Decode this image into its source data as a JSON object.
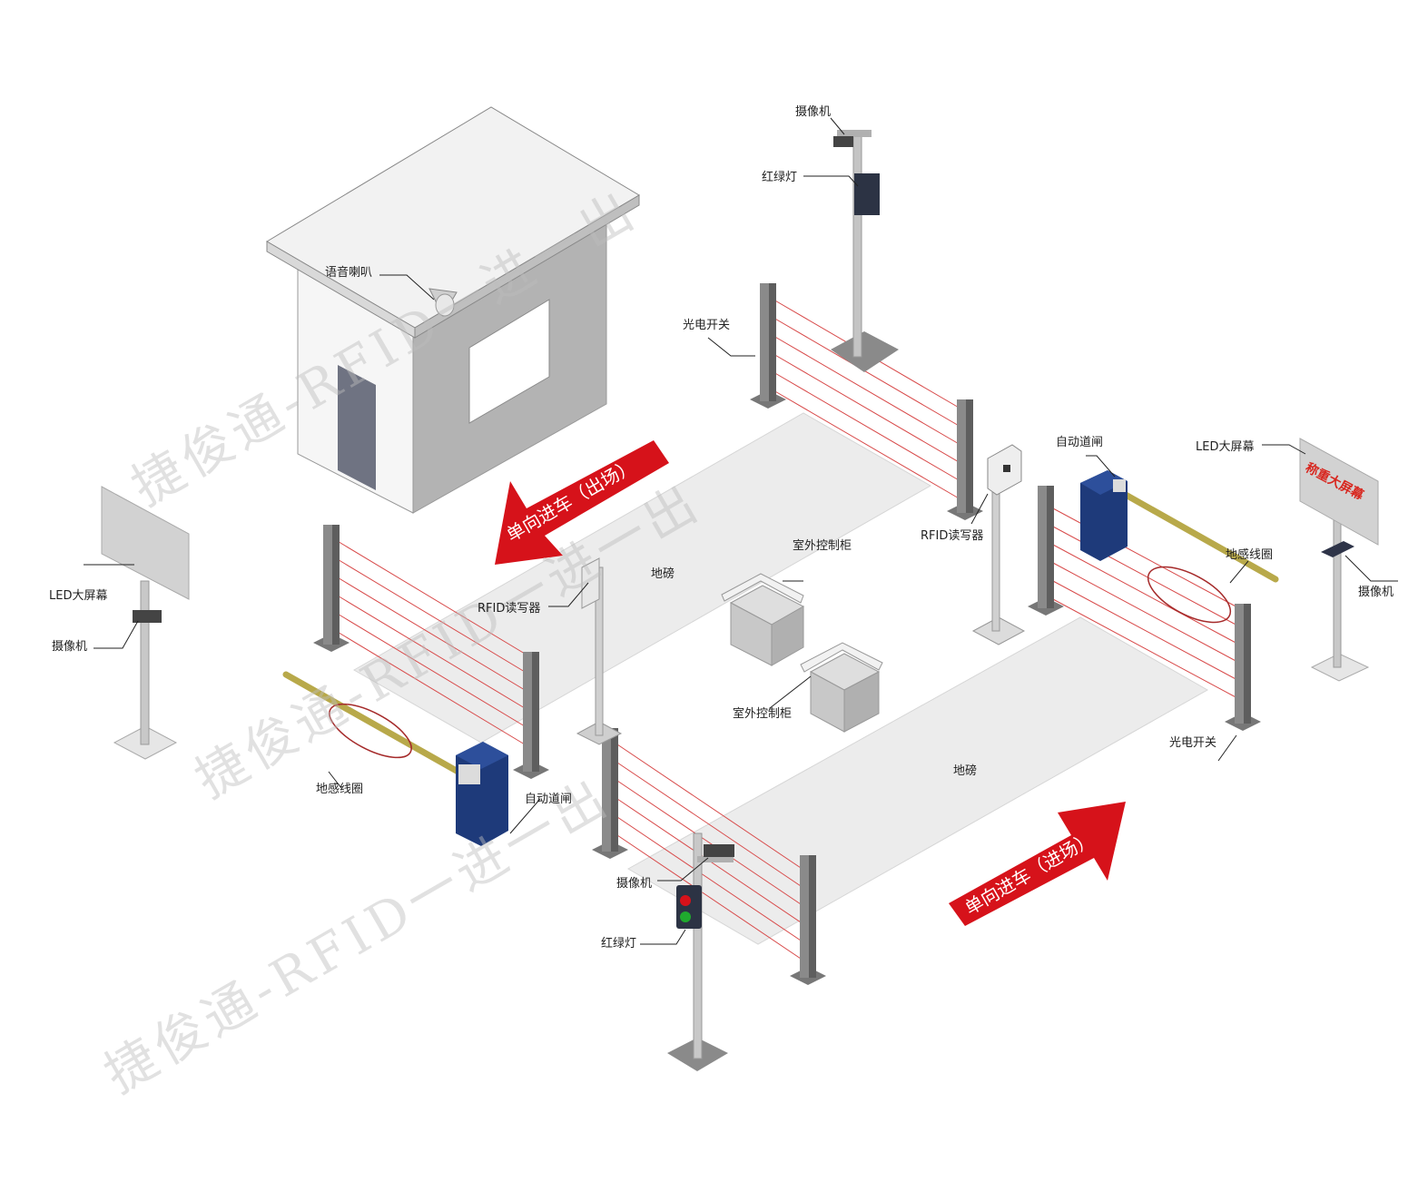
{
  "watermarks": [
    "捷俊通-RFID一进一出",
    "捷俊通-RFID一进一出",
    "捷俊通-RFID一进一出"
  ],
  "arrows": {
    "exit": "单向进车（出场）",
    "entry": "单向进车（进场）"
  },
  "screen_text": "称重大屏幕",
  "labels": {
    "camera_top": "摄像机",
    "traffic_light_top": "红绿灯",
    "speaker": "语音喇叭",
    "photo_switch_top": "光电开关",
    "rfid_reader_right": "RFID读写器",
    "barrier_right": "自动道闸",
    "led_screen_right": "LED大屏幕",
    "loop_right": "地感线圈",
    "camera_right": "摄像机",
    "scale_top": "地磅",
    "control_cabinet_top": "室外控制柜",
    "rfid_reader_left": "RFID读写器",
    "led_screen_left": "LED大屏幕",
    "camera_left": "摄像机",
    "control_cabinet_bottom": "室外控制柜",
    "photo_switch_right": "光电开关",
    "loop_left": "地感线圈",
    "barrier_left": "自动道闸",
    "scale_bottom": "地磅",
    "camera_bottom": "摄像机",
    "traffic_light_bottom": "红绿灯"
  },
  "colors": {
    "arrow_red": "#d6121a",
    "barrier_blue": "#1e3a7a",
    "boom_yellow": "#b8a94a",
    "beam_red": "#d84a4a",
    "loop_red": "#a52a2a"
  }
}
